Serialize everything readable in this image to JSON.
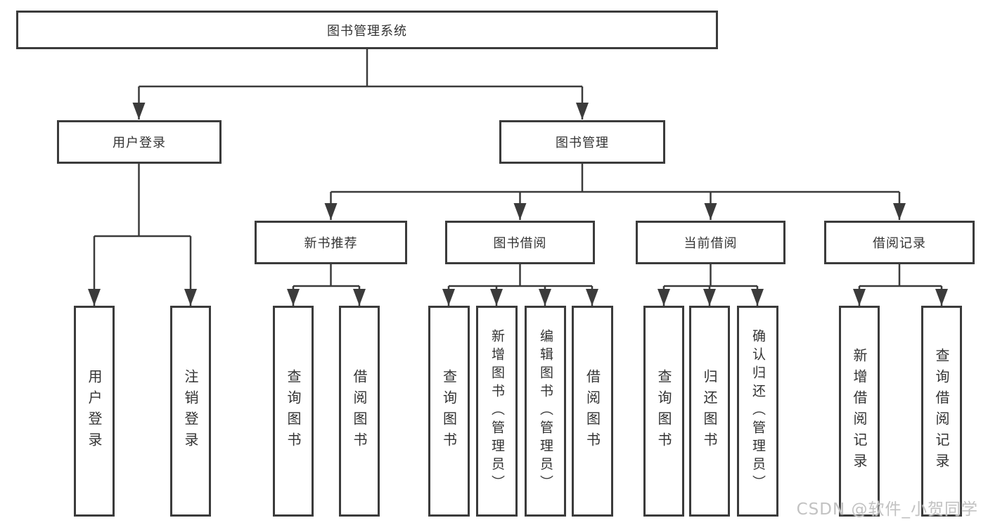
{
  "diagram_type": "hierarchy-tree",
  "tree": {
    "root": {
      "label": "图书管理系统",
      "children": [
        {
          "label": "用户登录",
          "children": [
            {
              "label": "用户登录"
            },
            {
              "label": "注销登录"
            }
          ]
        },
        {
          "label": "图书管理",
          "children": [
            {
              "label": "新书推荐",
              "children": [
                {
                  "label": "查询图书"
                },
                {
                  "label": "借阅图书"
                }
              ]
            },
            {
              "label": "图书借阅",
              "children": [
                {
                  "label": "查询图书"
                },
                {
                  "label": "新增图书（管理员）"
                },
                {
                  "label": "编辑图书（管理员）"
                },
                {
                  "label": "借阅图书"
                }
              ]
            },
            {
              "label": "当前借阅",
              "children": [
                {
                  "label": "查询图书"
                },
                {
                  "label": "归还图书"
                },
                {
                  "label": "确认归还（管理员）"
                }
              ]
            },
            {
              "label": "借阅记录",
              "children": [
                {
                  "label": "新增借阅记录"
                },
                {
                  "label": "查询借阅记录"
                }
              ]
            }
          ]
        }
      ]
    }
  },
  "watermark": {
    "text": "CSDN @软件_小贺同学"
  },
  "colors": {
    "line": "#3b3b3b",
    "text": "#333333",
    "background": "#ffffff",
    "watermark": "#c2c2c2"
  }
}
